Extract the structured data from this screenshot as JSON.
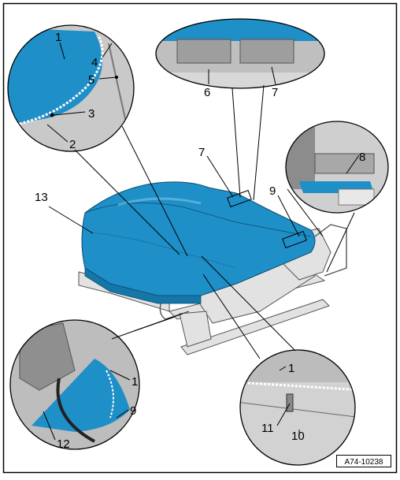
{
  "diagram": {
    "callouts": [
      {
        "id": "c-1a",
        "text": "1"
      },
      {
        "id": "c-4",
        "text": "4"
      },
      {
        "id": "c-5",
        "text": "5"
      },
      {
        "id": "c-3",
        "text": "3"
      },
      {
        "id": "c-2",
        "text": "2"
      },
      {
        "id": "c-6",
        "text": "6"
      },
      {
        "id": "c-7a",
        "text": "7"
      },
      {
        "id": "c-7b",
        "text": "7"
      },
      {
        "id": "c-8",
        "text": "8"
      },
      {
        "id": "c-9a",
        "text": "9"
      },
      {
        "id": "c-13",
        "text": "13"
      },
      {
        "id": "c-1b",
        "text": "1"
      },
      {
        "id": "c-9b",
        "text": "9"
      },
      {
        "id": "c-12",
        "text": "12"
      },
      {
        "id": "c-1c",
        "text": "1"
      },
      {
        "id": "c-11",
        "text": "11"
      },
      {
        "id": "c-10",
        "text": "10"
      }
    ],
    "figure_code": "A74-10238"
  },
  "colors": {
    "seat_blue": "#1f8fc8",
    "seat_blue_dark": "#1576a8",
    "grey_bg": "#c9c9c9",
    "metal": "#d8d8d8",
    "line": "#000000"
  }
}
